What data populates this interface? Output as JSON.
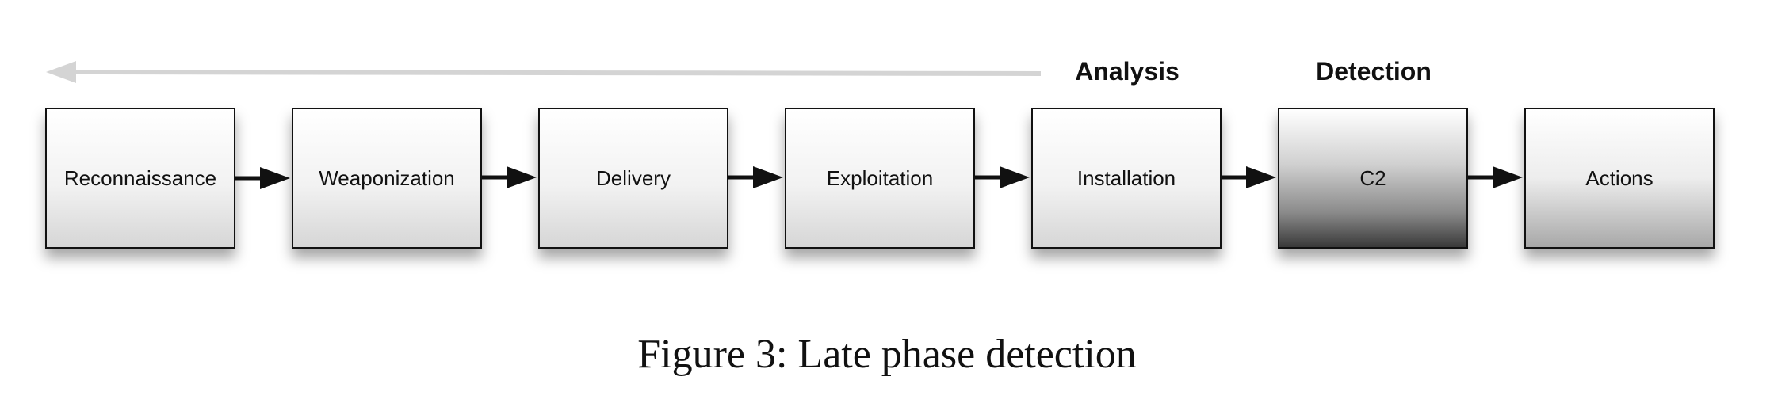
{
  "diagram": {
    "stages": [
      {
        "label": "Reconnaissance",
        "shade": "light"
      },
      {
        "label": "Weaponization",
        "shade": "light"
      },
      {
        "label": "Delivery",
        "shade": "light"
      },
      {
        "label": "Exploitation",
        "shade": "light"
      },
      {
        "label": "Installation",
        "shade": "light"
      },
      {
        "label": "C2",
        "shade": "dark"
      },
      {
        "label": "Actions",
        "shade": "mid"
      }
    ],
    "phases": {
      "analysis": "Analysis",
      "detection": "Detection"
    },
    "colors": {
      "arrow": "#111111",
      "back_arrow": "#d4d4d4",
      "border": "#111111"
    }
  },
  "caption": "Figure 3: Late phase detection"
}
